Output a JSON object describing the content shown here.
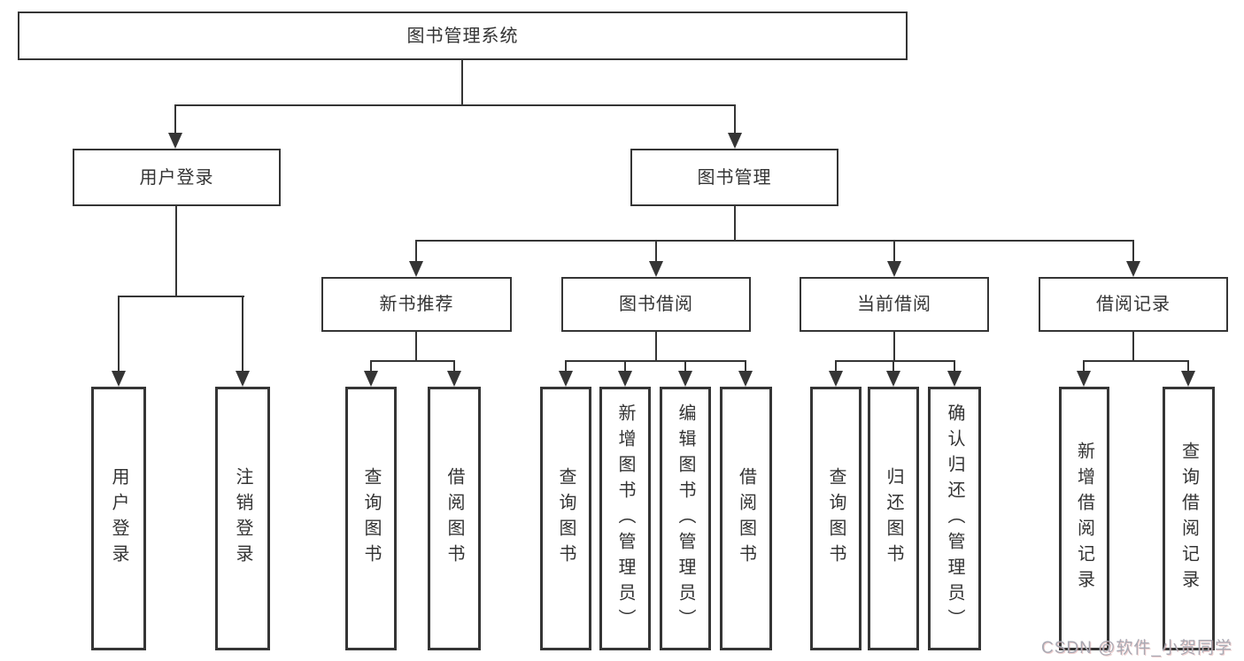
{
  "diagram": {
    "type": "hierarchy-tree",
    "root": {
      "label": "图书管理系统"
    },
    "branches": [
      {
        "label": "用户登录",
        "children": [
          {
            "label": "用户登录"
          },
          {
            "label": "注销登录"
          }
        ]
      },
      {
        "label": "图书管理",
        "children": [
          {
            "label": "新书推荐",
            "children": [
              {
                "label": "查询图书"
              },
              {
                "label": "借阅图书"
              }
            ]
          },
          {
            "label": "图书借阅",
            "children": [
              {
                "label": "查询图书"
              },
              {
                "label": "新增图书（管理员）"
              },
              {
                "label": "编辑图书（管理员）"
              },
              {
                "label": "借阅图书"
              }
            ]
          },
          {
            "label": "当前借阅",
            "children": [
              {
                "label": "查询图书"
              },
              {
                "label": "归还图书"
              },
              {
                "label": "确认归还（管理员）"
              }
            ]
          },
          {
            "label": "借阅记录",
            "children": [
              {
                "label": "新增借阅记录"
              },
              {
                "label": "查询借阅记录"
              }
            ]
          }
        ]
      }
    ]
  },
  "watermark": {
    "text": "CSDN @软件_小贺同学"
  },
  "colors": {
    "line": "#353535",
    "box_border": "#353535",
    "text": "#333333",
    "background": "#ffffff",
    "watermark": "#a9a9b3"
  }
}
